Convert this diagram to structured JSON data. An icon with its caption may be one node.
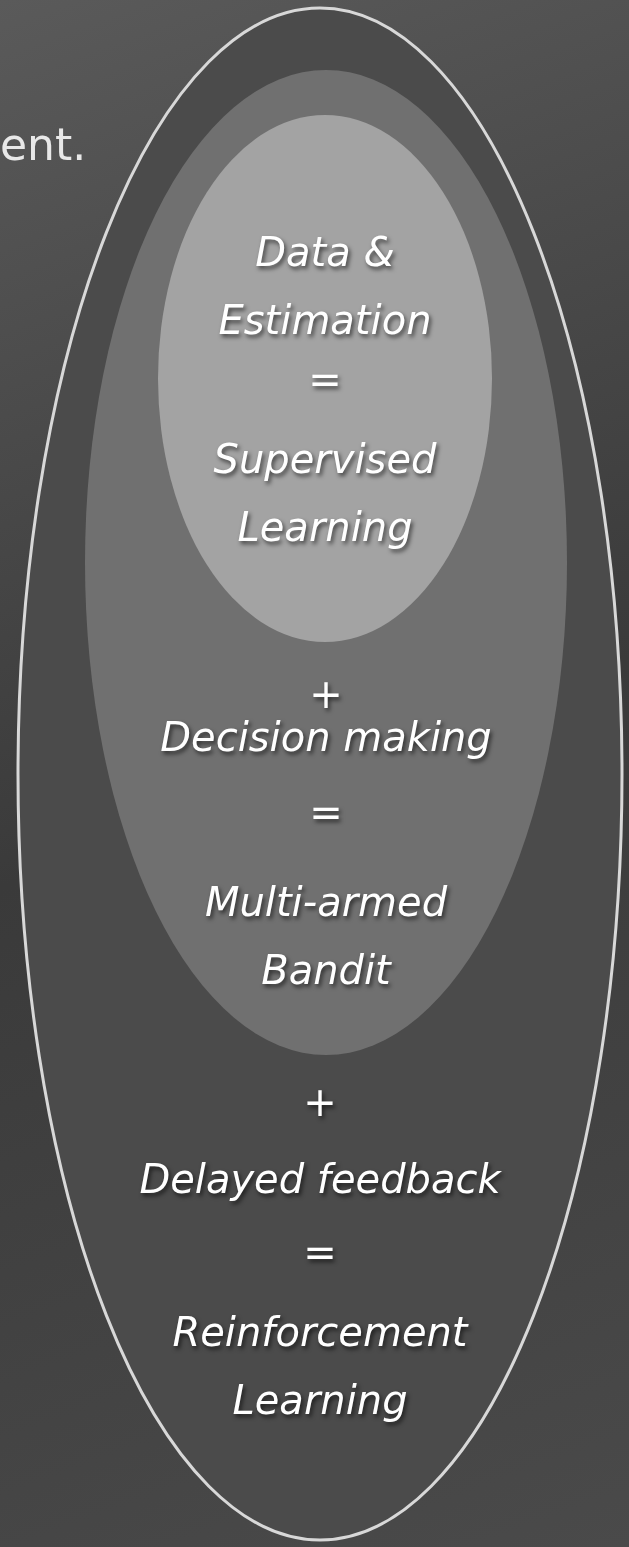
{
  "diagram": {
    "nodes": [
      {
        "text": [
          "+",
          "Delayed feedback",
          "=",
          "Reinforcement Learning"
        ]
      },
      {
        "text": [
          "+",
          "Decision making",
          "=",
          "Multi-armed Bandit"
        ],
        "in": 0
      },
      {
        "text": [
          "Data & Estimation",
          "=",
          "Supervised Learning"
        ],
        "in": 1
      }
    ],
    "labels": [
      "ent."
    ]
  }
}
